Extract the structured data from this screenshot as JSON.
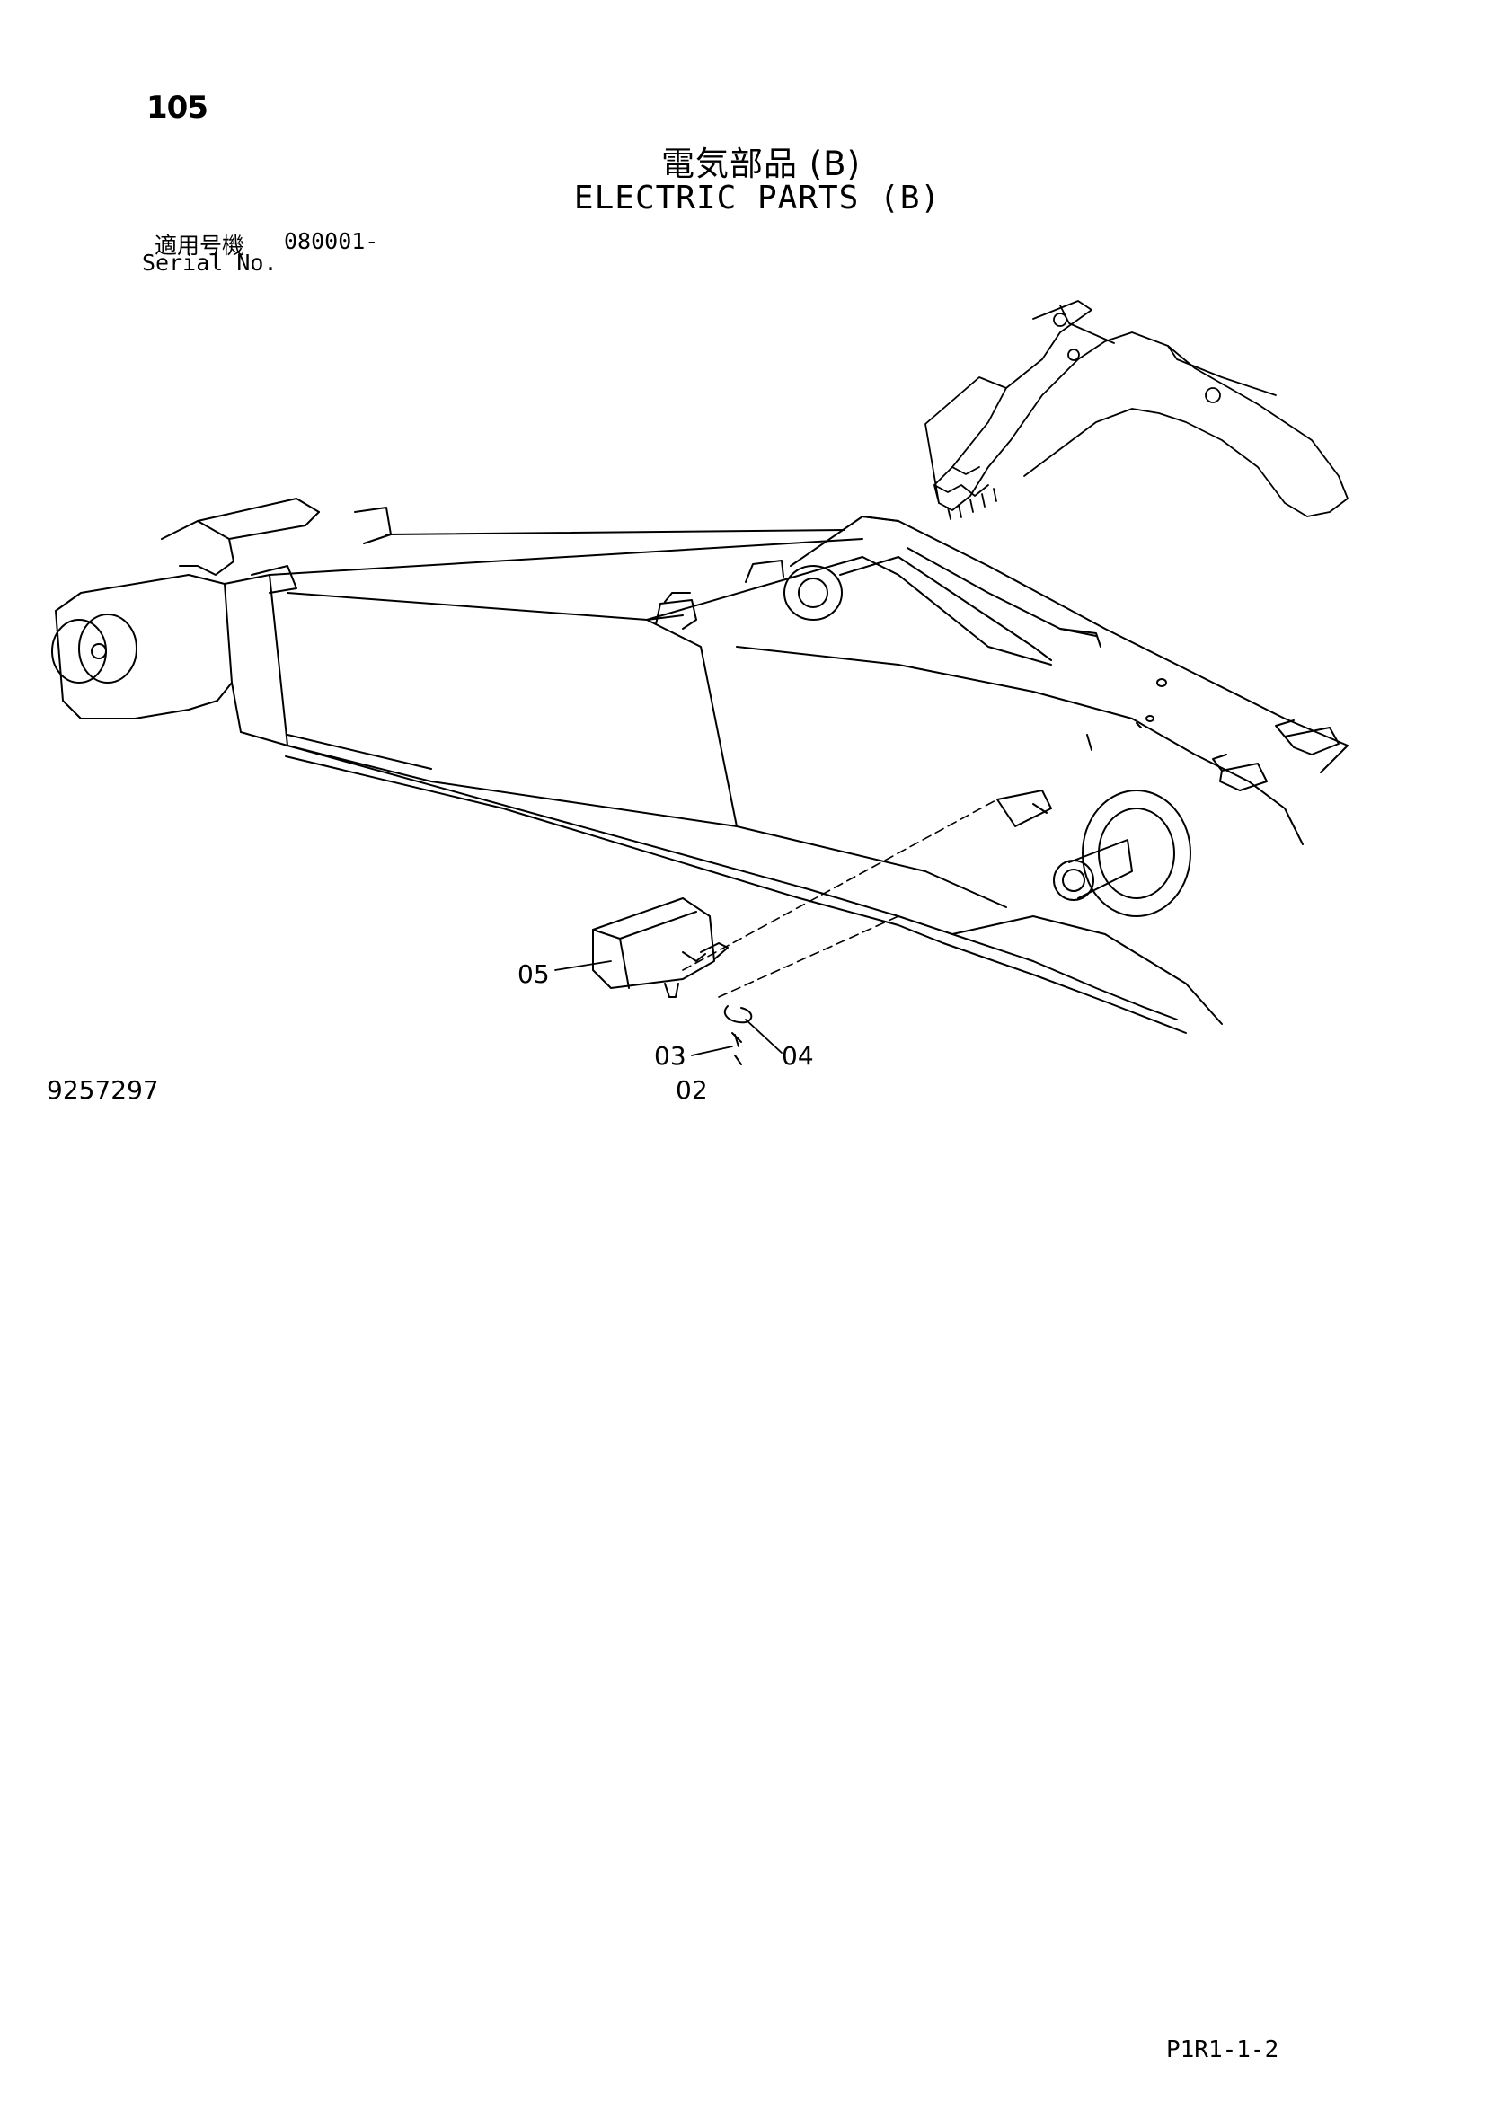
{
  "header": {
    "page_number": "105",
    "title_ja": "電気部品 (B)",
    "title_en": "ELECTRIC PARTS (B)",
    "serial_label_ja": "適用号機",
    "serial_range": "080001-",
    "serial_label_en": "Serial No."
  },
  "callouts": {
    "c05": "05",
    "c03": "03",
    "c04": "04",
    "c02": "02"
  },
  "footer": {
    "drawing_number": "9257297",
    "page_code": "P1R1-1-2"
  }
}
